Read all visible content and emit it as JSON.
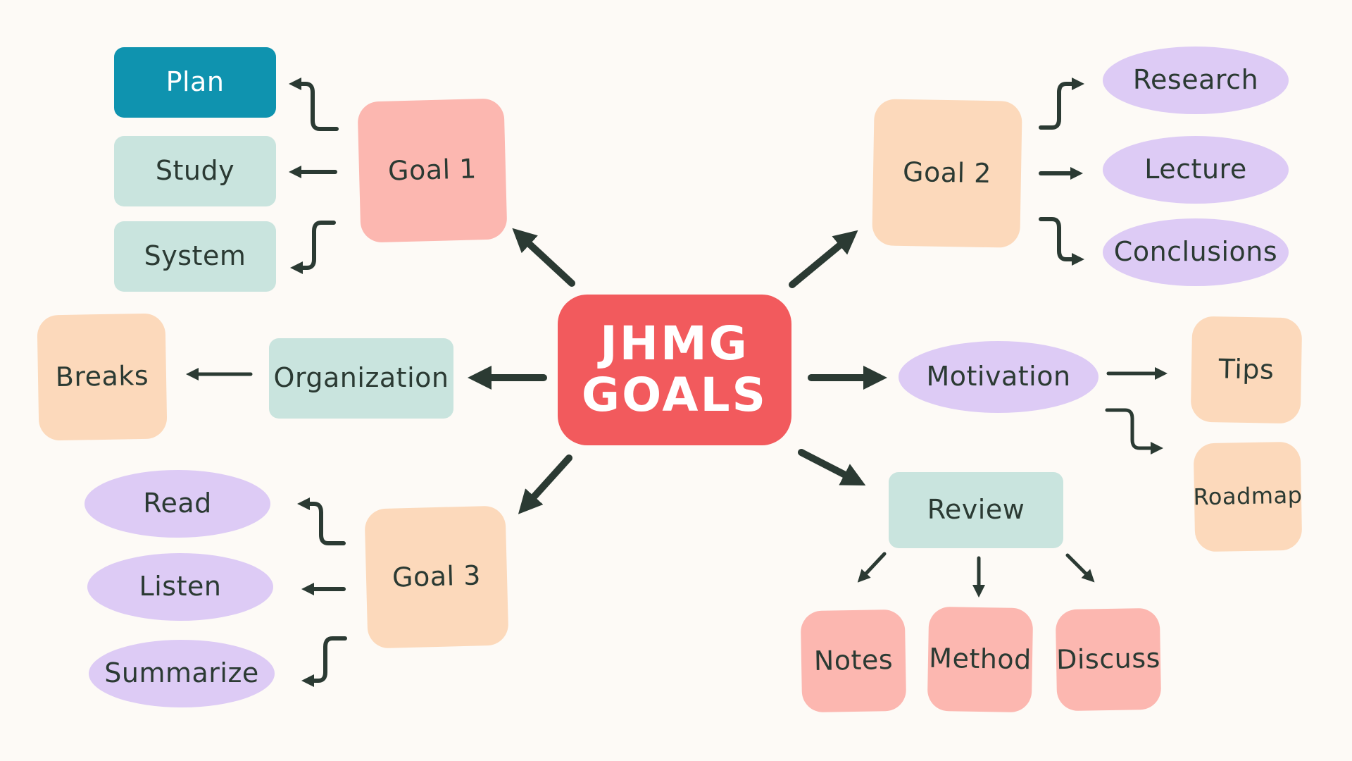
{
  "center": {
    "line1": "JHMG",
    "line2": "GOALS"
  },
  "goal1": {
    "label": "Goal 1",
    "children": [
      "Plan",
      "Study",
      "System"
    ]
  },
  "goal2": {
    "label": "Goal 2",
    "children": [
      "Research",
      "Lecture",
      "Conclusions"
    ]
  },
  "goal3": {
    "label": "Goal 3",
    "children": [
      "Read",
      "Listen",
      "Summarize"
    ]
  },
  "organization": {
    "label": "Organization",
    "child": "Breaks"
  },
  "motivation": {
    "label": "Motivation",
    "children": [
      "Tips",
      "Roadmap"
    ]
  },
  "review": {
    "label": "Review",
    "children": [
      "Notes",
      "Method",
      "Discuss"
    ]
  },
  "colors": {
    "background": "#fdfaf6",
    "center": "#f25a5d",
    "plan": "#0f93af",
    "teal": "#c9e4de",
    "peach": "#fcd9bb",
    "pink": "#fcb7b0",
    "lavender": "#ddcbf5",
    "arrow": "#2b3a33"
  }
}
